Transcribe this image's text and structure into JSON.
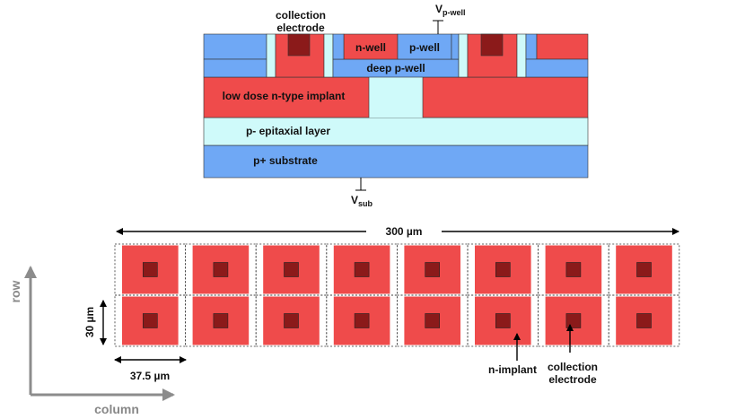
{
  "cross_section": {
    "collection_electrode": [
      "collection",
      "electrode"
    ],
    "vpwell": {
      "main": "V",
      "sub": "p-well"
    },
    "nwell": "n-well",
    "pwell": "p-well",
    "deep_pwell": "deep p-well",
    "implant": "low dose n-type implant",
    "epi": "p- epitaxial layer",
    "substrate": "p+ substrate",
    "vsub": {
      "main": "V",
      "sub": "sub"
    }
  },
  "pixel_matrix": {
    "width_label": "300 µm",
    "pixel_height": "30 µm",
    "pixel_width": "37.5 µm",
    "n_implant": "n-implant",
    "collection_electrode": [
      "collection",
      "electrode"
    ],
    "rows": 2,
    "columns": 8
  },
  "axes": {
    "row": "row",
    "column": "column"
  },
  "colors": {
    "blue": "#6fa8f5",
    "red": "#ef4b4b",
    "dark_red": "#8b1a1a",
    "cyan": "#cffafa",
    "axis_gray": "#8c8c8c"
  }
}
